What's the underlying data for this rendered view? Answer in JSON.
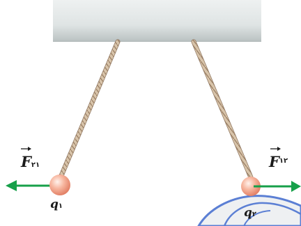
{
  "colors": {
    "support_top": "#eef1f1",
    "support_bottom": "#c4cbcb",
    "string": "#cdb79e",
    "string_shadow": "#8f7660",
    "ball_light": "#fde3d8",
    "ball_dark": "#e8846a",
    "arrow": "#17a04a",
    "hand_outline": "#5b7fd4",
    "hand_fill": "#eef0f2"
  },
  "labels": {
    "force_left": "F",
    "force_left_sub": "۲۱",
    "force_right": "F",
    "force_right_sub": "۱۲",
    "charge_left": "q",
    "charge_left_sub": "۱",
    "charge_right": "q",
    "charge_right_sub": "۲"
  }
}
